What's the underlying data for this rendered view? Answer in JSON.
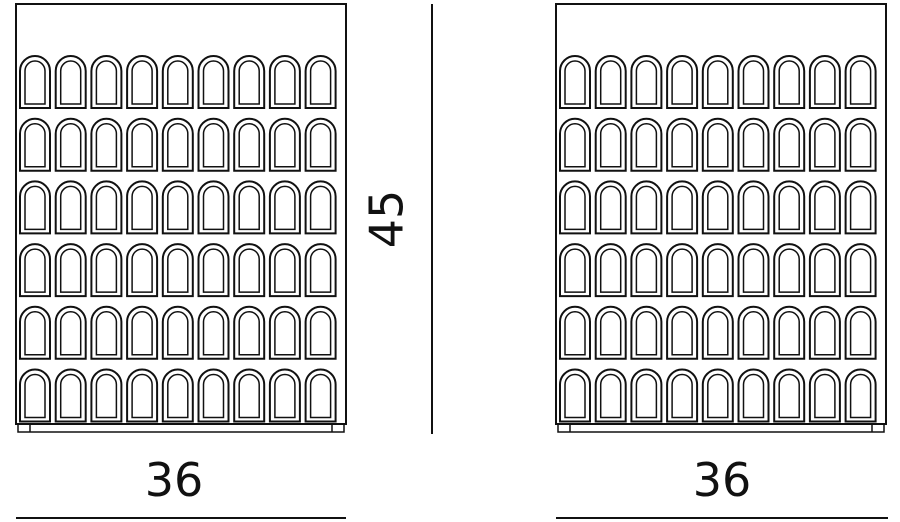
{
  "drawing": {
    "views": [
      {
        "name": "left-cabinet",
        "width_label": "36",
        "grid": {
          "columns": 9,
          "rows": 6
        }
      },
      {
        "name": "right-cabinet",
        "width_label": "36",
        "grid": {
          "columns": 9,
          "rows": 6
        }
      }
    ],
    "height_label": "45",
    "line_color": "#111111"
  }
}
